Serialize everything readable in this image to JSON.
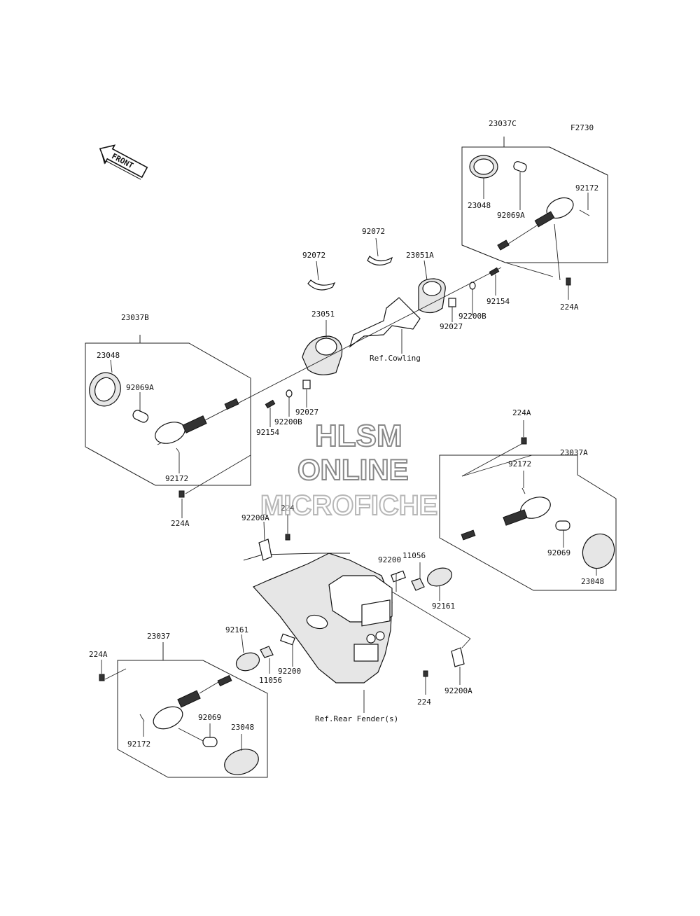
{
  "diagram_code": "F2730",
  "front_arrow": "FRONT",
  "watermark": {
    "line1": "HLSM",
    "line2": "ONLINE",
    "line3": "MICROFICHE"
  },
  "refs": {
    "cowling": "Ref.Cowling",
    "rear_fender": "Ref.Rear Fender(s)"
  },
  "labels": {
    "a23037C": "23037C",
    "a23048_c": "23048",
    "a92069A_c": "92069A",
    "a92172_c": "92172",
    "a224A_c": "224A",
    "a92072_1": "92072",
    "a92072_2": "92072",
    "a23051A": "23051A",
    "a92154_r": "92154",
    "a92200B_r": "92200B",
    "a92027_r": "92027",
    "a23051": "23051",
    "a92027_l": "92027",
    "a92200B_l": "92200B",
    "a92154_l": "92154",
    "a23037B": "23037B",
    "a23048_b": "23048",
    "a92069A_b": "92069A",
    "a92172_b": "92172",
    "a224A_b": "224A",
    "a224A_top": "224A",
    "a23037A": "23037A",
    "a92172_a": "92172",
    "a92069_a": "92069",
    "a23048_a": "23048",
    "a92200A_l": "92200A",
    "a224_l": "224",
    "a92200_u": "92200",
    "a11056_u": "11056",
    "a92161_u": "92161",
    "a23037": "23037",
    "a224A_bl": "224A",
    "a92161_d": "92161",
    "a11056_d": "11056",
    "a92200_d": "92200",
    "a92069_d": "92069",
    "a23048_d": "23048",
    "a92172_d": "92172",
    "a224_r": "224",
    "a92200A_r": "92200A"
  }
}
